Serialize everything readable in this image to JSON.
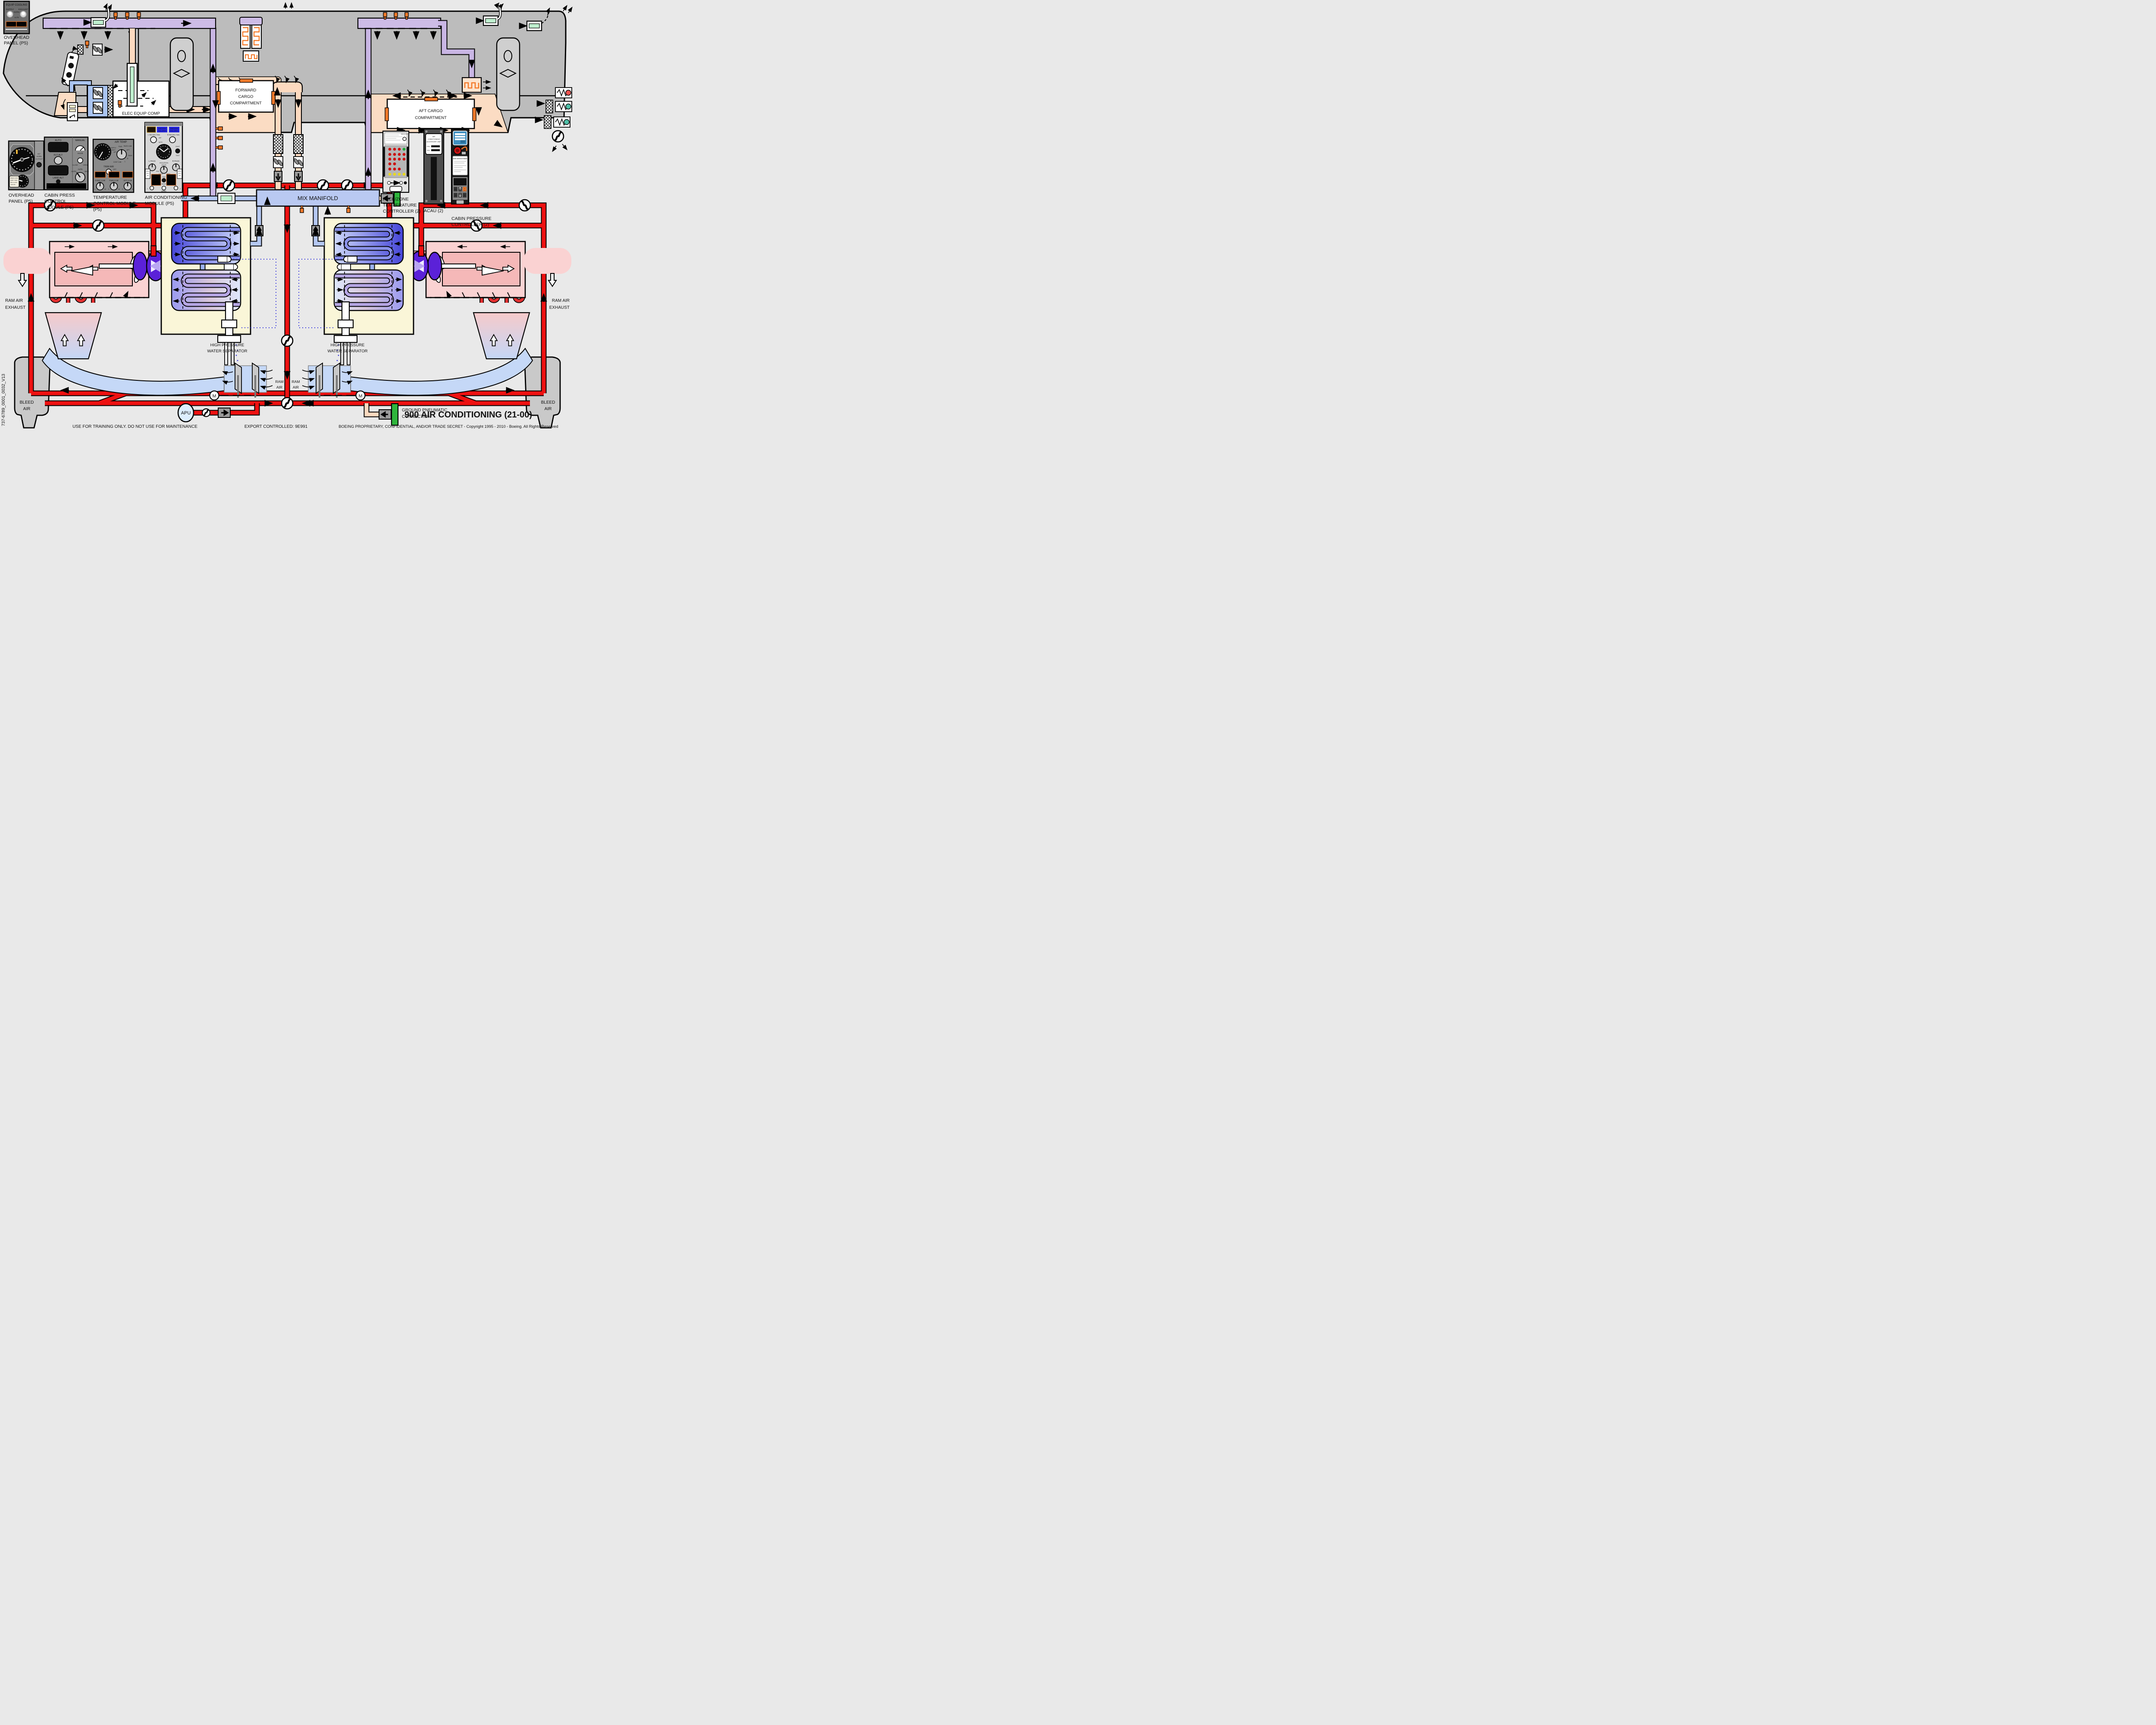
{
  "title": "900 AIR CONDITIONING (21-00)",
  "doc_id": "737-6789_0001_0032_V13",
  "footer": {
    "training": "USE FOR TRAINING ONLY. DO NOT USE FOR MAINTENANCE",
    "export": "EXPORT CONTROLLED: 9E991",
    "proprietary": "BOEING PROPRIETARY, CONFIDENTIAL, AND/OR TRADE SECRET - Copyright 1995 - 2010 - Boeing. All Rights Reserved"
  },
  "equip_cooling": {
    "title": "EQUIP COOLING",
    "supply": "SUPPLY",
    "exhaust": "EXHAUST",
    "norm": "NORM",
    "altn": "ALTN",
    "off1": "OFF",
    "off2": "OFF",
    "label": [
      "OVERHEAD",
      "PANEL (P5)"
    ]
  },
  "fuselage": {
    "elec_equip": "ELEC EQUIP COMP",
    "fwd_cargo": [
      "FORWARD",
      "CARGO",
      "COMPARTMENT"
    ],
    "aft_cargo": [
      "AFT CARGO",
      "COMPARTMENT"
    ]
  },
  "mix_manifold": "MIX MANIFOLD",
  "system": {
    "ram_air_exhaust": [
      "RAM AIR",
      "EXHAUST"
    ],
    "ram_air": [
      "RAM",
      "AIR"
    ],
    "hp_ws": [
      "HIGH PRESSURE",
      "WATER SEPARATOR"
    ],
    "bleed": [
      "BLEED",
      "AIR"
    ],
    "apu": "APU",
    "ground": [
      "GROUND PNEUMATIC",
      "CONNECTION"
    ],
    "motor": "M"
  },
  "panels": {
    "overhead": {
      "label": [
        "OVERHEAD",
        "PANEL (P5)"
      ],
      "alt_horn": [
        "ALT",
        "HORN",
        "CUTOUT"
      ],
      "placard": [
        "PRESS DIFF",
        "LIMIT: TAKE",
        "OFF & LDG",
        ".125 PSI"
      ]
    },
    "cabin_press": {
      "label": [
        "CABIN PRESS",
        "CONTROL",
        "MODULE (P5)"
      ],
      "auto": "AUTO",
      "manual": "MANUAL",
      "digits": "88888",
      "flt_alt": "FLT ALT",
      "land_alt": "LAND ALT",
      "valve": "VALVE",
      "close": "CLOSE",
      "open": "OPEN",
      "altn": "ALTN",
      "man": "MAN",
      "auto2": "AUTO",
      "table1": "CAB ALT | LAND ALT   2000   4000   6000   8000",
      "table2": "FLT ALT       <FL160  FL220  FL260  FL320  FL410"
    },
    "temp": {
      "label": [
        "TEMPERATURE",
        "CONTROL MODULE",
        "(P5)"
      ],
      "air_temp": "AIR TEMP",
      "temp": "TEMP",
      "pass_cab": "PASS CAB",
      "fwd": "FWD",
      "aft": "AFT",
      "cont_cab": "CONT CAB",
      "supply": "SUPPLY",
      "duct": "DUCT",
      "pack": "PACK",
      "r": "R",
      "l": "L",
      "trim_air": "TRIM AIR",
      "off": "OFF",
      "on": "ON",
      "zone": "ZONE",
      "temp2": "TEMP",
      "knobs": [
        "CONT CAB",
        "FWD CAB",
        "AFT CAB"
      ],
      "auto": "AUTO",
      "c": "C",
      "w": "W"
    },
    "ac": {
      "label": [
        "AIR CONDITIONING",
        "MODULE (P5)"
      ],
      "dual_bleed": [
        "DUAL",
        "BLEED"
      ],
      "ram_door": [
        "RAM DOOR",
        "FULL OPEN"
      ],
      "l_recirc": "L RECIRC FAN",
      "r_recirc": "R RECIRC FAN",
      "off": "OFF",
      "auto": "AUTO",
      "high": "HIGH",
      "duct": "DUCT",
      "press": "PRESS",
      "psi": "PSI",
      "ovht": "OVHT",
      "test": "TEST",
      "l_pack": "L PACK",
      "r_pack": "R PACK",
      "isolation": "ISOLATION",
      "valve": "VALVE",
      "close": "CLOSE",
      "open": "OPEN",
      "wing": "WING",
      "anti": "ANTI",
      "ice": "ICE",
      "pack": "PACK",
      "wing_body": "WING-BODY",
      "overheat": "OVERHEAT",
      "bleed": "BLEED",
      "trip_off": "TRIP OFF",
      "trip": "TRIP",
      "reset": "RESET",
      "one": "1",
      "two": "2",
      "apu": "APU",
      "on": "ON",
      "auto_fail": [
        "AUTO",
        "FAIL"
      ],
      "off_sched": [
        "OFF SCHED",
        "DESCENT"
      ],
      "altn": "ALTN",
      "manual": "MANUAL"
    },
    "pack_zone": {
      "label": [
        "PACK/ZONE",
        "TEMPERATURE",
        "CONTROLLER (2)"
      ],
      "press_test": "PRESS/TEST"
    },
    "acau": {
      "label": "ACAU (2)",
      "plate": [
        "AIR",
        "CONDITIONING",
        "ACCESSORY UNIT"
      ],
      "pn": "P/N",
      "sn": "S/N"
    },
    "cpc": {
      "label": [
        "CABIN PRESSURE",
        "CONTROLLER (2)"
      ],
      "bite": "\"BITE INSTRUCTIONS\"",
      "system": "SYSTEM",
      "ok": "OK",
      "menu": "MENU",
      "on": "ON",
      "off": "OFF",
      "yes": "YES",
      "no": "NO"
    }
  },
  "colors": {
    "bleed_red": "#ee1111",
    "duct_peach": "#fcd9bf",
    "duct_purple": "#c9b6e4",
    "duct_blue": "#b5c8f2",
    "pack_cream": "#faf6d8",
    "compressor_purple": "#5b21d8",
    "ground_green": "#2fb53c",
    "sensor_orange": "#f47a2a",
    "annunciator_amber": "#ff9b00"
  }
}
